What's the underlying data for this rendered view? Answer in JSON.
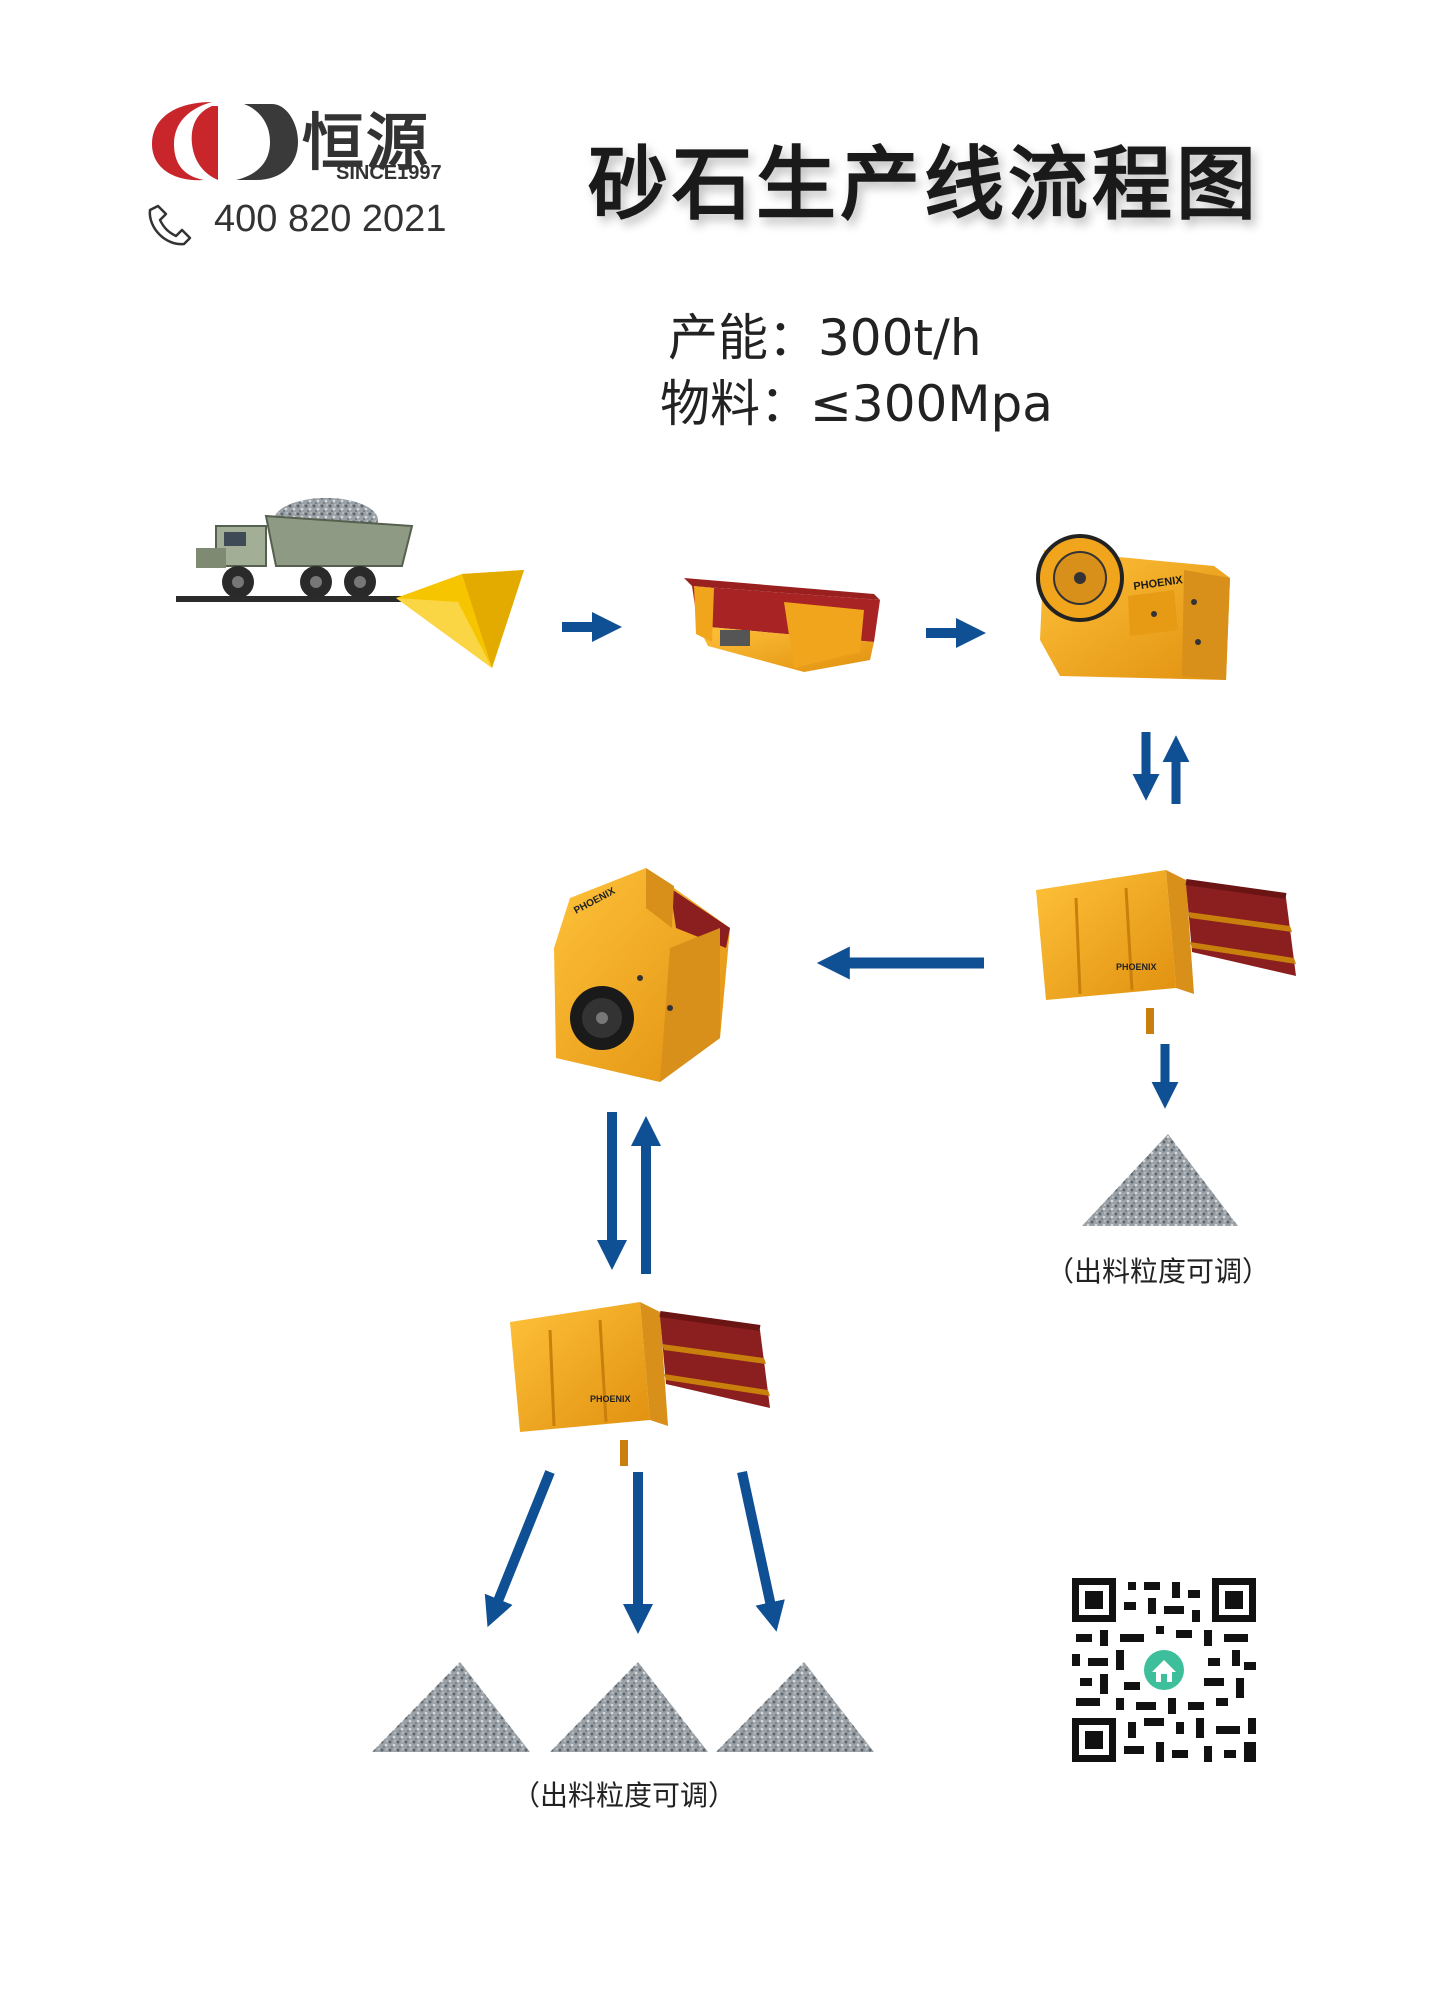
{
  "brand": {
    "name": "恒源",
    "since": "SINCE1997",
    "phone": "400 820 2021",
    "logo_red": "#c8262b",
    "logo_dark": "#3a3a3a"
  },
  "title": "砂石生产线流程图",
  "specs": {
    "capacity": "产能：300t/h",
    "material": "物料：≤300Mpa"
  },
  "notes": {
    "right_output": "（出料粒度可调）",
    "bottom_output": "（出料粒度可调）"
  },
  "machine_plates": {
    "jaw_crusher": "PHOENIX",
    "impact_crusher": "PHOENIX",
    "screen_1": "PHOENIX",
    "screen_2": "PHOENIX"
  },
  "colors": {
    "machine_yellow": "#f0a51c",
    "machine_dark_yellow": "#c97f0c",
    "screen_red": "#8b1e1e",
    "arrow_blue": "#0f4f93",
    "gravel": "#8f969c"
  },
  "icons": [
    "phone-icon",
    "dump-truck-icon",
    "hopper-icon",
    "vibrating-feeder-icon",
    "jaw-crusher-icon",
    "vibrating-screen-icon",
    "impact-crusher-icon",
    "gravel-pile-icon",
    "qr-code-icon",
    "home-icon"
  ]
}
